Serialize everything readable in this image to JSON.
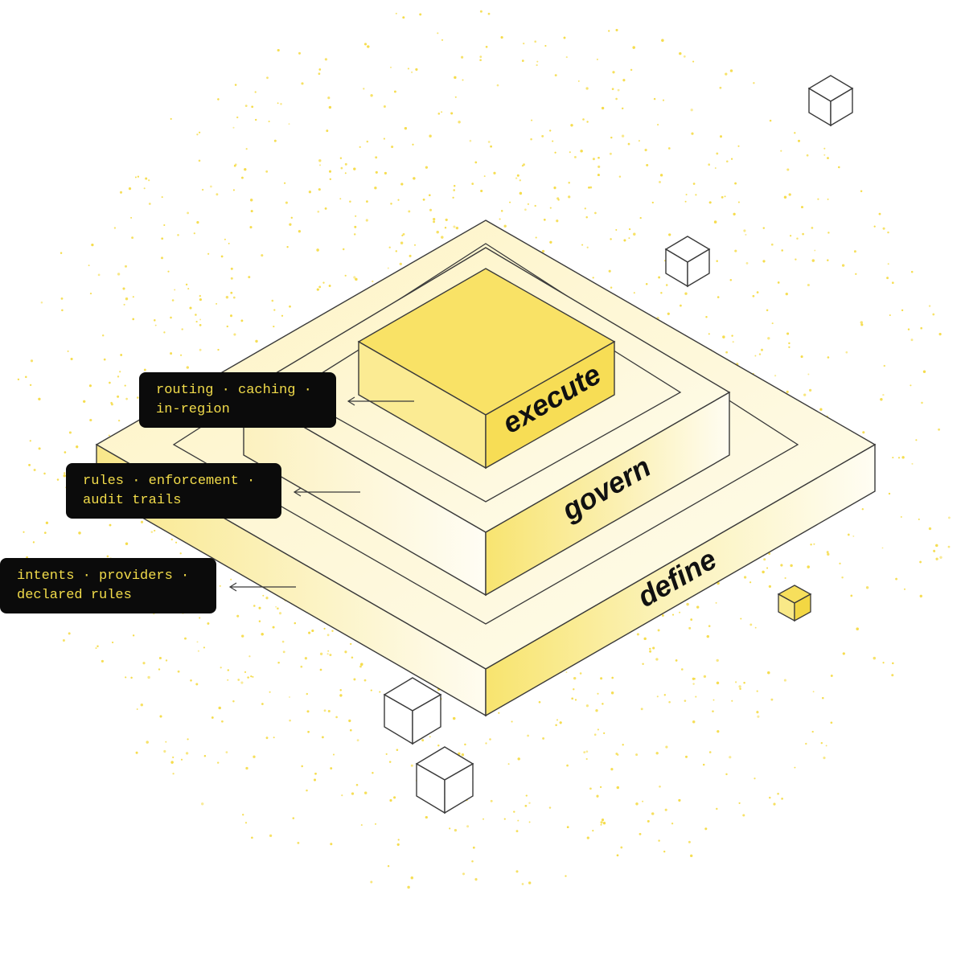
{
  "layers": [
    {
      "id": "execute",
      "label": "execute",
      "details_line1": "routing · caching ·",
      "details_line2": "in-region"
    },
    {
      "id": "govern",
      "label": "govern",
      "details_line1": "rules · enforcement ·",
      "details_line2": "audit trails"
    },
    {
      "id": "define",
      "label": "define",
      "details_line1": "intents · providers ·",
      "details_line2": "declared rules"
    }
  ],
  "colors": {
    "accent_yellow": "#f8e266",
    "dot_yellow": "#f5dc4c",
    "outline": "#3a3a3a",
    "callout_bg": "#0b0b0b",
    "callout_text": "#f2dc4a"
  }
}
